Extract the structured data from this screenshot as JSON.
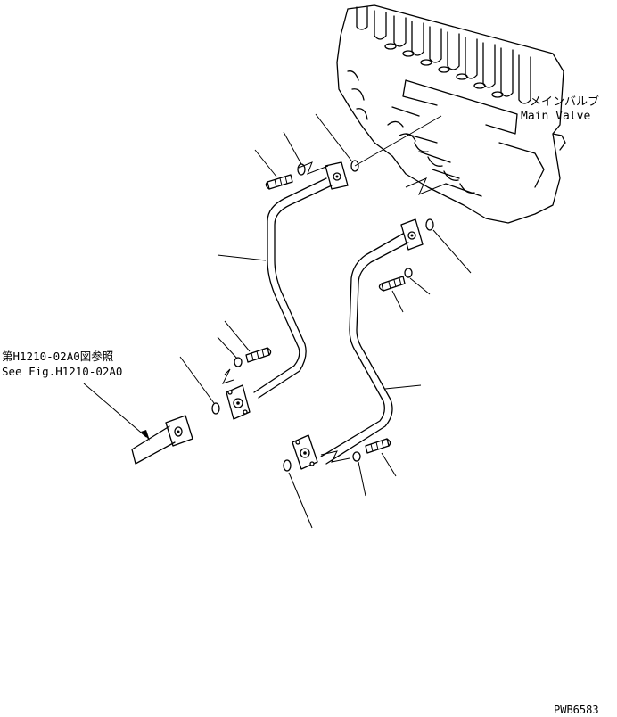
{
  "labels": {
    "main_valve_jp": "メインバルブ",
    "main_valve_en": "Main Valve",
    "ref_jp": "第H1210-02A0図参照",
    "ref_en": "See Fig.H1210-02A0",
    "drawing_code": "PWB6583"
  },
  "colors": {
    "ink": "#000000",
    "paper": "#ffffff"
  }
}
